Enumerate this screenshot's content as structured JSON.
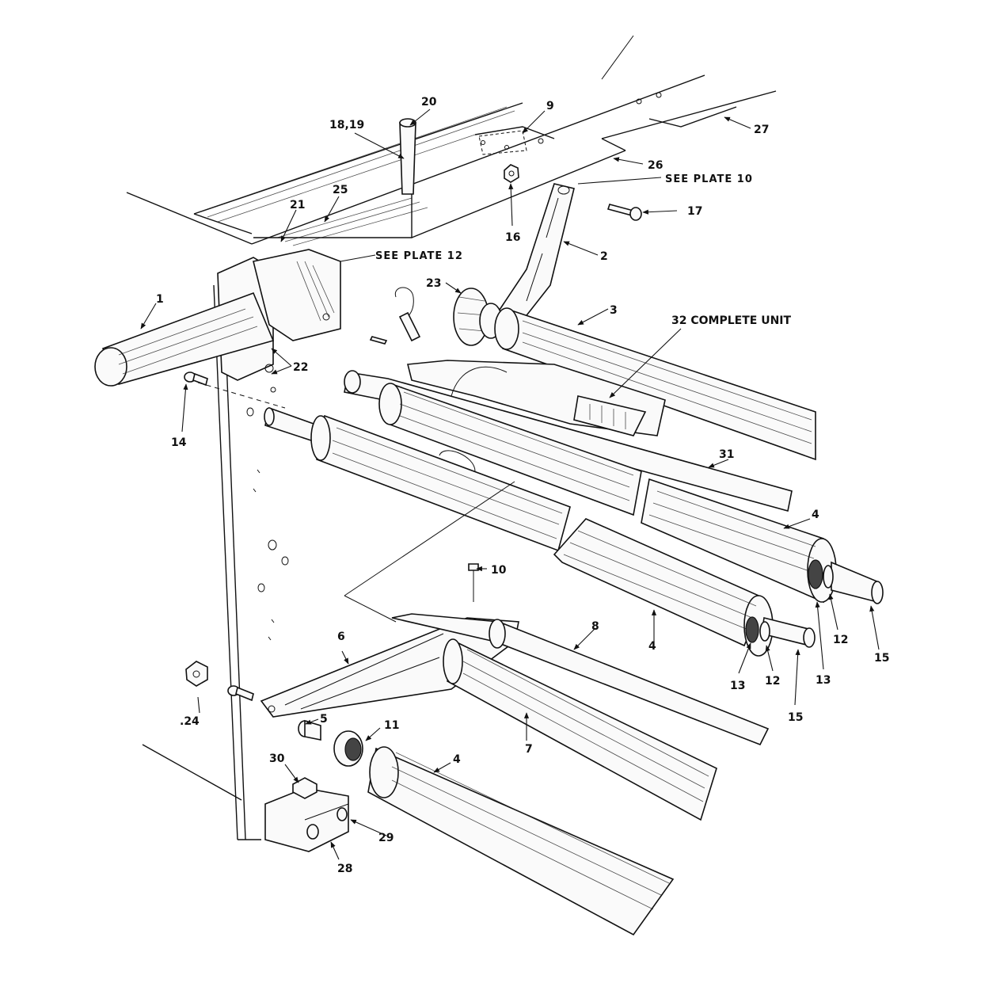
{
  "callouts": {
    "c1": "1",
    "c2": "2",
    "c3": "3",
    "c4a": "4",
    "c4b": "4",
    "c4c": "4",
    "c5": "5",
    "c6": "6",
    "c7": "7",
    "c8": "8",
    "c9": "9",
    "c10": "10",
    "c11": "11",
    "c12a": "12",
    "c12b": "12",
    "c13a": "13",
    "c13b": "13",
    "c14": "14",
    "c15a": "15",
    "c15b": "15",
    "c16": "16",
    "c17": "17",
    "c1819": "18,19",
    "c20": "20",
    "c21": "21",
    "c22": "22",
    "c23": "23",
    "c24": ".24",
    "c25": "25",
    "c26": "26",
    "c27": "27",
    "c28": "28",
    "c29": "29",
    "c30": "30",
    "c31": "31",
    "c32": "32 COMPLETE UNIT"
  },
  "notes": {
    "see_plate_10": "SEE PLATE 10",
    "see_plate_12": "SEE PLATE 12"
  }
}
